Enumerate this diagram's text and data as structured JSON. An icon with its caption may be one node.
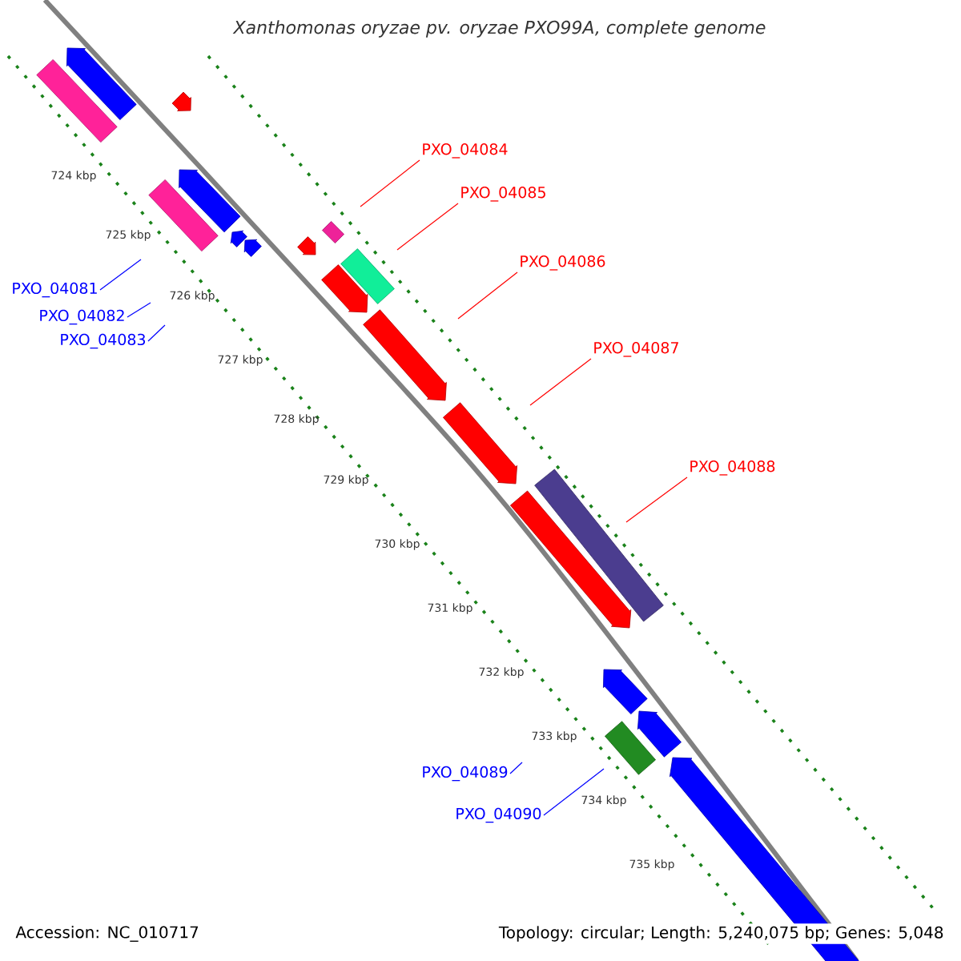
{
  "diagram": {
    "title": "Xanthomonas oryzae pv. oryzae PXO99A, complete genome",
    "nodes": [
      {
        "text": [
          "PXO_04081"
        ]
      },
      {
        "text": [
          "PXO_04082"
        ]
      },
      {
        "text": [
          "PXO_04083"
        ]
      },
      {
        "text": [
          "PXO_04084"
        ]
      },
      {
        "text": [
          "PXO_04085"
        ]
      },
      {
        "text": [
          "PXO_04086"
        ]
      },
      {
        "text": [
          "PXO_04087"
        ]
      },
      {
        "text": [
          "PXO_04088"
        ]
      },
      {
        "text": [
          "PXO_04089"
        ]
      },
      {
        "text": [
          "PXO_04090"
        ]
      }
    ],
    "edges": [
      {
        "from": 0,
        "to": null,
        "arrow": "none",
        "color": "#0000ff"
      },
      {
        "from": 1,
        "to": null,
        "arrow": "none",
        "color": "#0000ff"
      },
      {
        "from": 2,
        "to": null,
        "arrow": "none",
        "color": "#0000ff"
      },
      {
        "from": 3,
        "to": null,
        "arrow": "none",
        "color": "#ff0000"
      },
      {
        "from": 4,
        "to": null,
        "arrow": "none",
        "color": "#ff0000"
      },
      {
        "from": 5,
        "to": null,
        "arrow": "none",
        "color": "#ff0000"
      },
      {
        "from": 6,
        "to": null,
        "arrow": "none",
        "color": "#ff0000"
      },
      {
        "from": 7,
        "to": null,
        "arrow": "none",
        "color": "#ff0000"
      },
      {
        "from": 8,
        "to": null,
        "arrow": "none",
        "color": "#0000ff"
      },
      {
        "from": 9,
        "to": null,
        "arrow": "none",
        "color": "#0000ff"
      }
    ],
    "labels": [
      "724 kbp",
      "725 kbp",
      "726 kbp",
      "727 kbp",
      "728 kbp",
      "729 kbp",
      "730 kbp",
      "731 kbp",
      "732 kbp",
      "733 kbp",
      "734 kbp",
      "735 kbp",
      "Accession: NC_010717",
      "Topology: circular; Length: 5,240,075 bp; Genes: 5,048"
    ]
  }
}
